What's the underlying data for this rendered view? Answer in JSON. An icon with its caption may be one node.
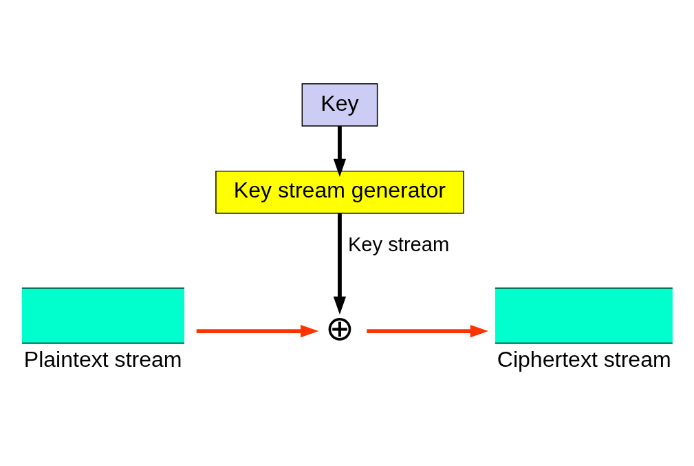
{
  "diagram": {
    "nodes": [
      {
        "text": [
          "Key"
        ]
      },
      {
        "text": [
          "Key stream generator"
        ]
      },
      {
        "text": [
          "⊕"
        ]
      },
      {
        "text": [
          "Plaintext stream"
        ]
      },
      {
        "text": [
          "Ciphertext stream"
        ]
      }
    ],
    "edges": [
      {
        "from": 0,
        "to": 1,
        "arrow": "to",
        "color": "#000000"
      },
      {
        "from": 1,
        "to": 2,
        "arrow": "to",
        "label": "Key stream",
        "color": "#000000"
      },
      {
        "from": 3,
        "to": 2,
        "arrow": "to",
        "color": "#ff3300"
      },
      {
        "from": 2,
        "to": 4,
        "arrow": "to",
        "color": "#ff3300"
      }
    ]
  }
}
